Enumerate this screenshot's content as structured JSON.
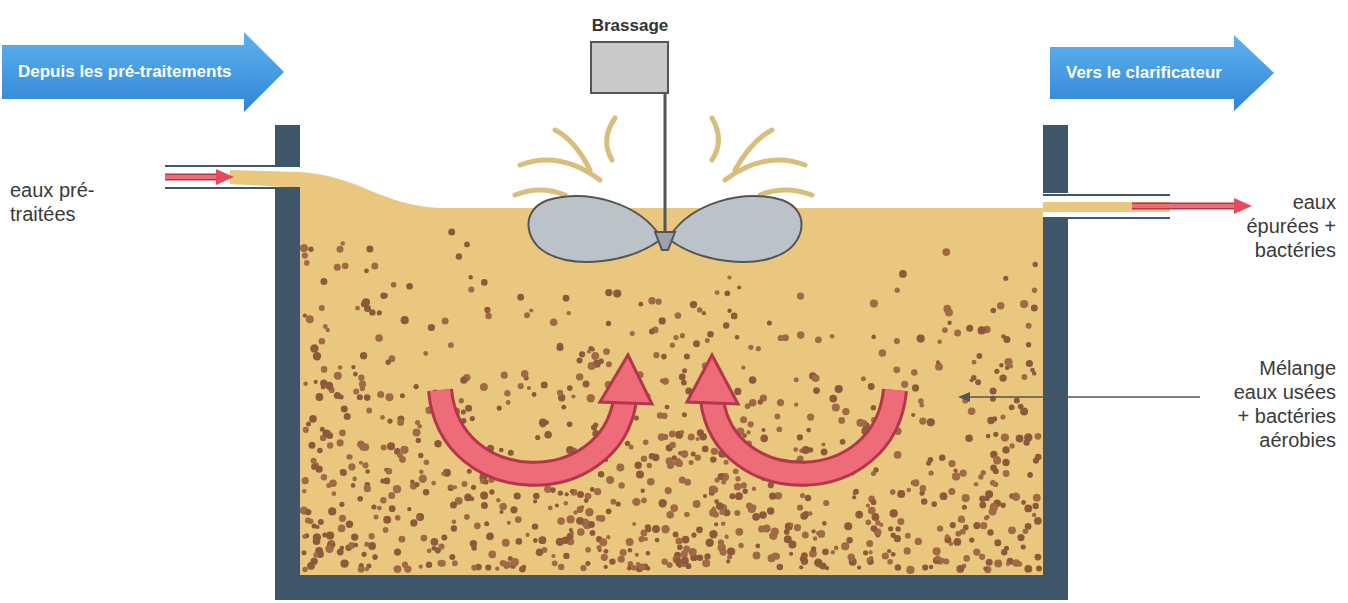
{
  "diagram": {
    "nodes": [
      {
        "text": [
          "Depuis les pré-traitements"
        ]
      },
      {
        "text": [
          "Vers le clarificateur"
        ]
      }
    ],
    "labels": [
      "Brassage",
      "eaux pré-traitées",
      "eaux épurées + bactéries",
      "Mélange eaux usées + bactéries aérobies"
    ]
  }
}
